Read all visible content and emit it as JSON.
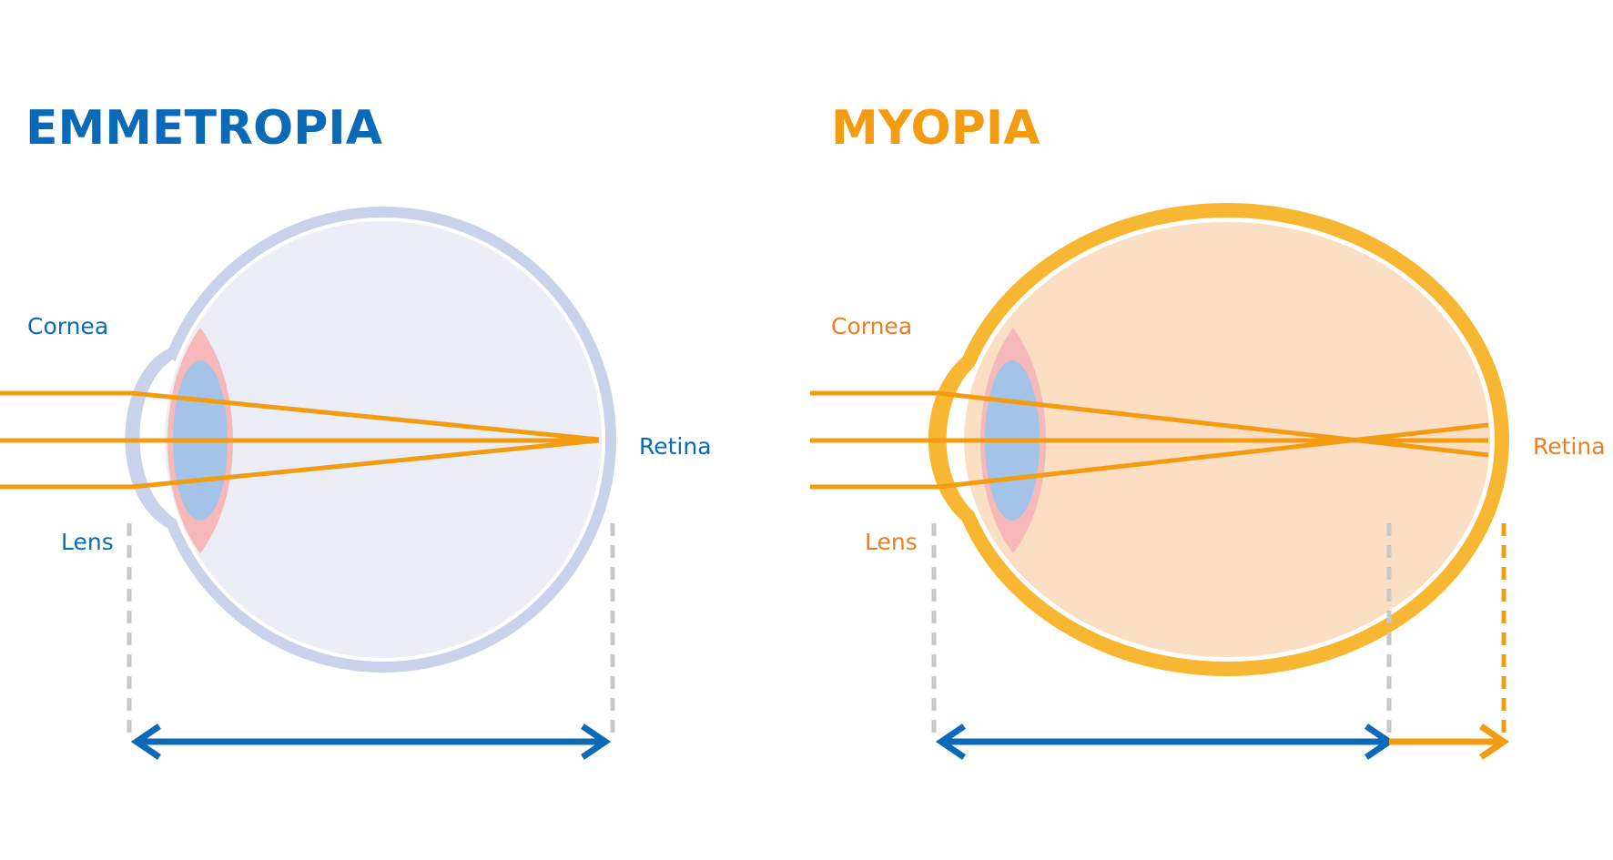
{
  "colors": {
    "blue": "#0a6ab8",
    "orange": "#f39c12",
    "label_orange": "#ef7d22",
    "emm_sclera": "#c8d2ea",
    "emm_fill": "#eceef7",
    "myo_sclera": "#f7b733",
    "myo_fill": "#fbdfc4",
    "lens_outer": "#f6b8b8",
    "lens_inner": "#a3c4e8",
    "guide": "#c8c8c8"
  },
  "emmetropia": {
    "title": "EMMETROPIA",
    "labels": {
      "cornea": "Cornea",
      "lens": "Lens",
      "retina": "Retina"
    }
  },
  "myopia": {
    "title": "MYOPIA",
    "labels": {
      "cornea": "Cornea",
      "lens": "Lens",
      "retina": "Retina"
    }
  }
}
